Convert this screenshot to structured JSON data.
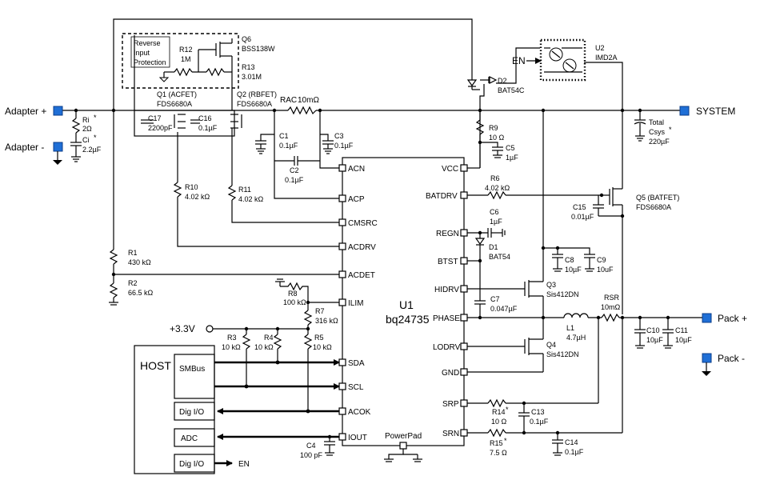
{
  "terminals": {
    "adapter_plus": "Adapter +",
    "adapter_minus": "Adapter -",
    "system": "SYSTEM",
    "pack_plus": "Pack +",
    "pack_minus": "Pack -"
  },
  "ic": {
    "ref": "U1",
    "part": "bq24735",
    "pins_left": [
      "ACN",
      "ACP",
      "CMSRC",
      "ACDRV",
      "ACDET",
      "ILIM",
      "SDA",
      "SCL",
      "ACOK",
      "IOUT"
    ],
    "pins_right": [
      "VCC",
      "BATDRV",
      "REGN",
      "BTST",
      "HIDRV",
      "PHASE",
      "LODRV",
      "GND",
      "SRP",
      "SRN"
    ],
    "powerpad": "PowerPad"
  },
  "host": {
    "title": "HOST",
    "smbus": "SMBus",
    "dig_io_1": "Dig I/O",
    "adc": "ADC",
    "dig_io_2": "Dig I/O",
    "en": "EN"
  },
  "rail": "+3.3V",
  "protection": {
    "line1": "Reverse",
    "line2": "Input",
    "line3": "Protection"
  },
  "components": {
    "q6": {
      "ref": "Q6",
      "val": "BSS138W"
    },
    "r12": {
      "ref": "R12",
      "val": "1M"
    },
    "r13": {
      "ref": "R13",
      "val": "3.01M"
    },
    "q1": {
      "ref": "Q1 (ACFET)",
      "val": "FDS6680A"
    },
    "q2": {
      "ref": "Q2 (RBFET)",
      "val": "FDS6680A"
    },
    "c17": {
      "ref": "C17",
      "val": "2200pF"
    },
    "c16": {
      "ref": "C16",
      "val": "0.1µF"
    },
    "rac": {
      "ref": "RAC",
      "val": "10mΩ"
    },
    "ri": {
      "ref": "Ri",
      "val": "2Ω",
      "mark": "*"
    },
    "ci": {
      "ref": "Ci",
      "val": "2.2µF",
      "mark": "*"
    },
    "c1": {
      "ref": "C1",
      "val": "0.1µF"
    },
    "c2": {
      "ref": "C2",
      "val": "0.1µF"
    },
    "c3": {
      "ref": "C3",
      "val": "0.1µF"
    },
    "r10": {
      "ref": "R10",
      "val": "4.02 kΩ"
    },
    "r11": {
      "ref": "R11",
      "val": "4.02 kΩ"
    },
    "r1": {
      "ref": "R1",
      "val": "430 kΩ"
    },
    "r2": {
      "ref": "R2",
      "val": "66.5 kΩ"
    },
    "r8": {
      "ref": "R8",
      "val": "100 kΩ"
    },
    "r7": {
      "ref": "R7",
      "val": "316 kΩ"
    },
    "r3": {
      "ref": "R3",
      "val": "10 kΩ"
    },
    "r4": {
      "ref": "R4",
      "val": "10 kΩ"
    },
    "r5": {
      "ref": "R5",
      "val": "10 kΩ"
    },
    "c4": {
      "ref": "C4",
      "val": "100 pF"
    },
    "en": "EN",
    "u2": {
      "ref": "U2",
      "val": "IMD2A"
    },
    "d2": {
      "ref": "D2",
      "val": "BAT54C"
    },
    "r9": {
      "ref": "R9",
      "val": "10 Ω"
    },
    "c5": {
      "ref": "C5",
      "val": "1µF"
    },
    "r6": {
      "ref": "R6",
      "val": "4.02 kΩ"
    },
    "csys": {
      "ref": "Total",
      "ref2": "Csys",
      "val": "220µF",
      "mark": "*"
    },
    "q5": {
      "ref": "Q5 (BATFET)",
      "val": "FDS6680A"
    },
    "c15": {
      "ref": "C15",
      "val": "0.01µF"
    },
    "c6": {
      "ref": "C6",
      "val": "1µF"
    },
    "d1": {
      "ref": "D1",
      "val": "BAT54"
    },
    "c8": {
      "ref": "C8",
      "val": "10µF"
    },
    "c9": {
      "ref": "C9",
      "val": "10uF"
    },
    "q3": {
      "ref": "Q3",
      "val": "Sis412DN"
    },
    "c7": {
      "ref": "C7",
      "val": "0.047µF"
    },
    "l1": {
      "ref": "L1",
      "val": "4.7µH"
    },
    "rsr": {
      "ref": "RSR",
      "val": "10mΩ"
    },
    "c10": {
      "ref": "C10",
      "val": "10µF"
    },
    "c11": {
      "ref": "C11",
      "val": "10µF"
    },
    "q4": {
      "ref": "Q4",
      "val": "Sis412DN"
    },
    "r14": {
      "ref": "R14",
      "val": "10 Ω",
      "mark": "*"
    },
    "c13": {
      "ref": "C13",
      "val": "0.1µF"
    },
    "r15": {
      "ref": "R15",
      "val": "7.5 Ω",
      "mark": "*"
    },
    "c14": {
      "ref": "C14",
      "val": "0.1µF"
    }
  },
  "colors": {
    "terminal": "#1f6fd6"
  }
}
